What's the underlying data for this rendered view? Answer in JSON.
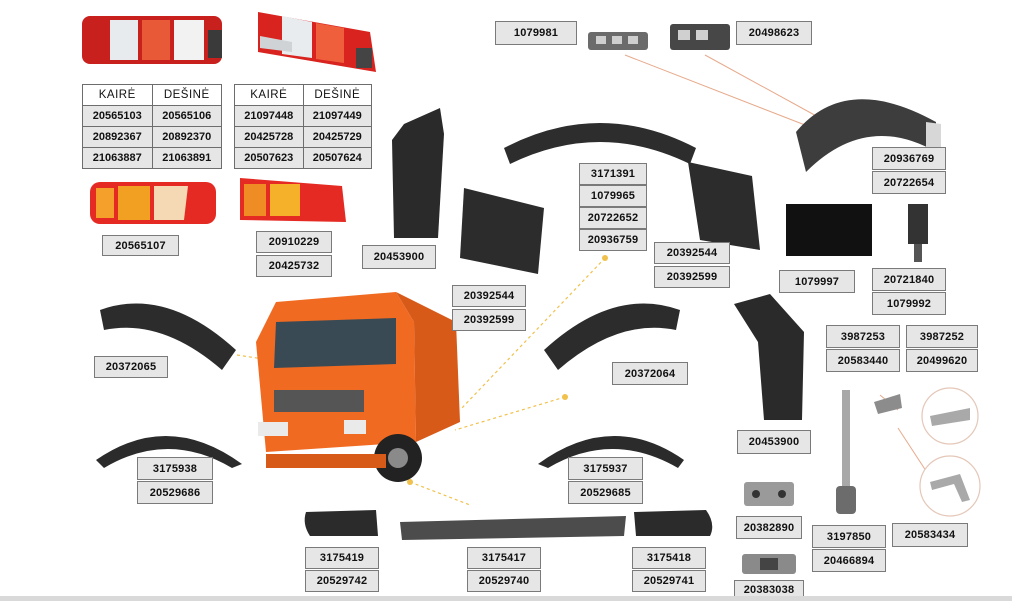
{
  "tables": [
    {
      "headers": [
        "KAIRĖ",
        "DEŠINĖ"
      ],
      "rows": [
        [
          "20565103",
          "20565106"
        ],
        [
          "20892367",
          "20892370"
        ],
        [
          "21063887",
          "21063891"
        ]
      ]
    },
    {
      "headers": [
        "KAIRĖ",
        "DEŠINĖ"
      ],
      "rows": [
        [
          "21097448",
          "21097449"
        ],
        [
          "20425728",
          "20425729"
        ],
        [
          "20507623",
          "20507624"
        ]
      ]
    }
  ],
  "labels": {
    "l_1079981": "1079981",
    "l_20498623": "20498623",
    "l_20565107": "20565107",
    "l_20910229": "20910229",
    "l_20425732": "20425732",
    "l_20453900a": "20453900",
    "l_3171391": "3171391",
    "l_1079965": "1079965",
    "l_20722652": "20722652",
    "l_20936759": "20936759",
    "l_20936769": "20936769",
    "l_20722654": "20722654",
    "l_20392544a": "20392544",
    "l_20392599a": "20392599",
    "l_20392544b": "20392544",
    "l_20392599b": "20392599",
    "l_1079997": "1079997",
    "l_20721840": "20721840",
    "l_1079992": "1079992",
    "l_20372065": "20372065",
    "l_20372064": "20372064",
    "l_3987253": "3987253",
    "l_20583440": "20583440",
    "l_3987252": "3987252",
    "l_20499620": "20499620",
    "l_20453900b": "20453900",
    "l_3175938": "3175938",
    "l_20529686": "20529686",
    "l_3175937": "3175937",
    "l_20529685": "20529685",
    "l_20382890": "20382890",
    "l_3197850": "3197850",
    "l_20466894": "20466894",
    "l_20583434": "20583434",
    "l_20383038": "20383038",
    "l_3175419": "3175419",
    "l_20529742": "20529742",
    "l_3175417": "3175417",
    "l_20529740": "20529740",
    "l_3175418": "3175418",
    "l_20529741": "20529741"
  },
  "colors": {
    "truck_orange": "#f06a22",
    "part_black": "#2b2b2b",
    "lamp_red": "#d8231f",
    "lamp_amber": "#f3a623",
    "label_bg": "#e6e6e6",
    "leader_line": "#f0c14b"
  }
}
